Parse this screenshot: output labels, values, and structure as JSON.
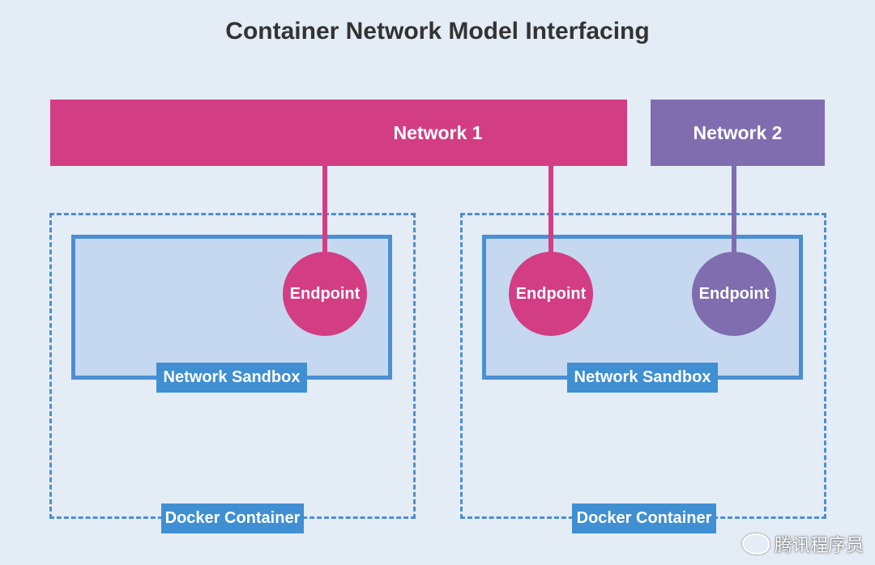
{
  "title": "Container Network Model Interfacing",
  "networks": [
    {
      "label": "Network 1",
      "color": "#d33d83"
    },
    {
      "label": "Network 2",
      "color": "#7f6db0"
    }
  ],
  "endpoint_label": "Endpoint",
  "sandbox_label": "Network Sandbox",
  "container_label": "Docker Container",
  "colors": {
    "background": "#e4ecf5",
    "accent_blue": "#3f8fd2",
    "sandbox_fill": "#c6d8f0"
  },
  "watermark": "腾讯程序员"
}
